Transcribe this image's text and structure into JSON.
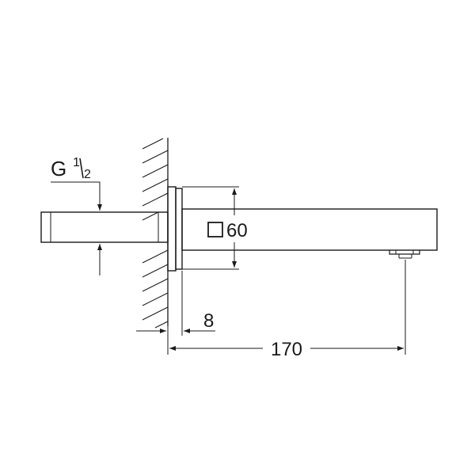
{
  "thread": {
    "prefix": "G",
    "numerator": "1",
    "denominator": "2"
  },
  "dimensions": {
    "square_symbol": "square-section-icon",
    "square_size": "60",
    "flange_depth": "8",
    "projection": "170"
  },
  "colors": {
    "line": "#1a1a1a",
    "background": "#ffffff"
  }
}
